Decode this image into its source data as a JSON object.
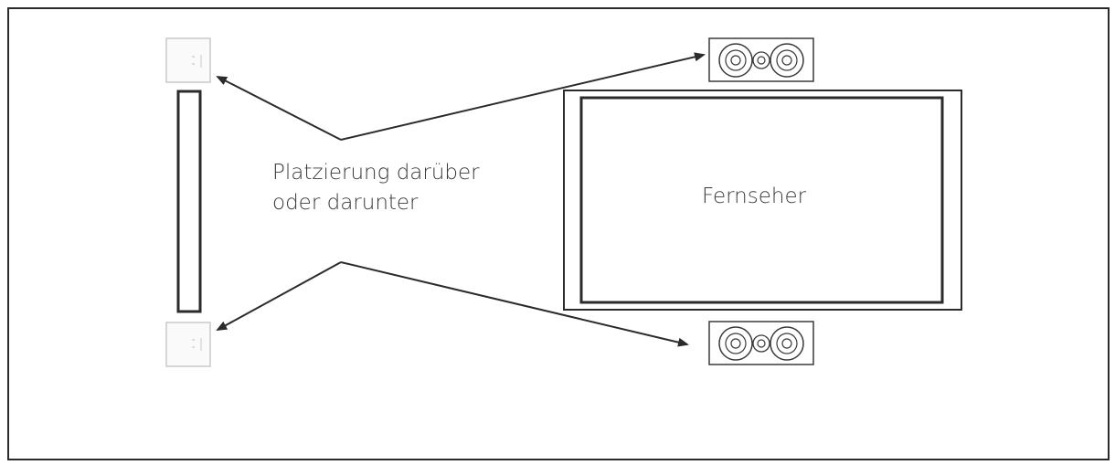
{
  "diagram": {
    "placement_line1": "Platzierung darüber",
    "placement_line2": "oder darunter",
    "tv_label": "Fernseher"
  },
  "colors": {
    "stroke": "#2b2b2b",
    "light_stroke": "#c9c9c9",
    "text": "#3a3a3a",
    "background": "#ffffff"
  },
  "icons": [
    "small-speaker-icon",
    "center-speaker-icon",
    "arrow-icon"
  ]
}
